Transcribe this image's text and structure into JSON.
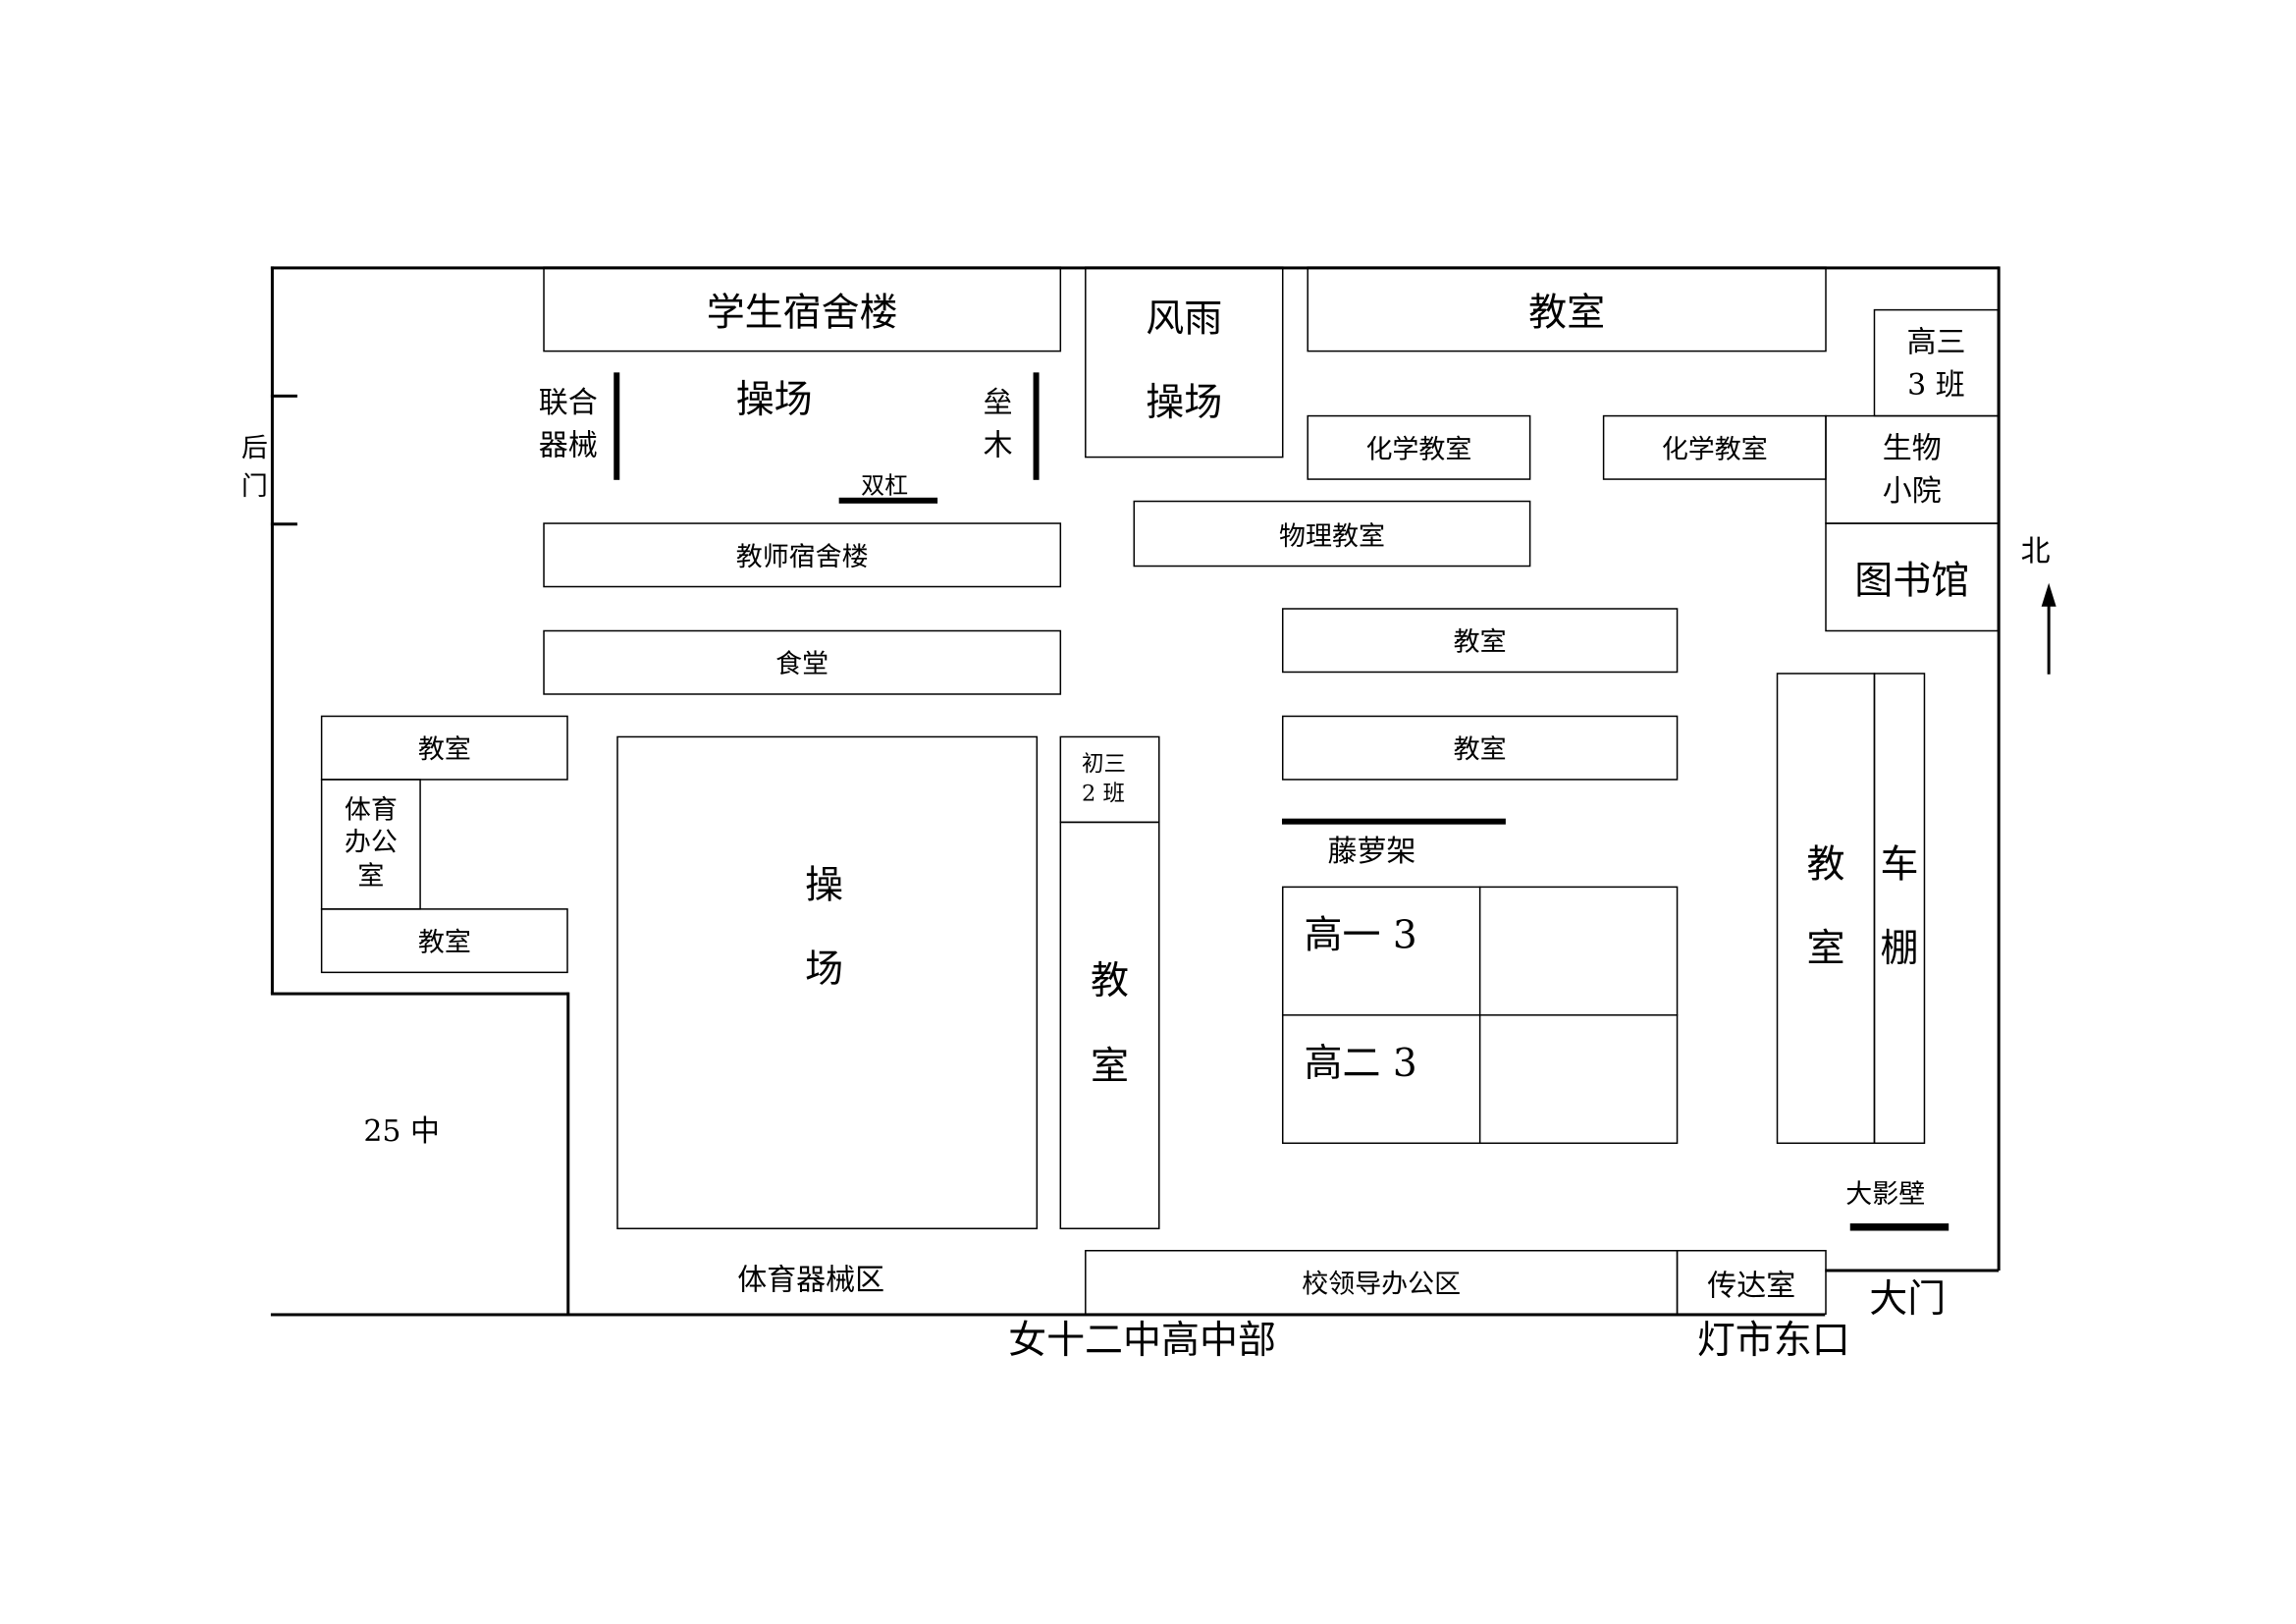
{
  "title": "女十二中高中部",
  "labels": {
    "back_gate": "后\n门",
    "student_dorm": "学生宿舍楼",
    "combined_equipment": "联合\n器械",
    "playground_top": "操场",
    "balance_beam": "垒\n木",
    "parallel_bars": "双杠",
    "teacher_dorm": "教师宿舍楼",
    "canteen": "食堂",
    "indoor_playground": "风雨\n操场",
    "classroom_top": "教室",
    "chem_room_1": "化学教室",
    "chem_room_2": "化学教室",
    "senior3_class3": "高三\n3 班",
    "bio_yard": "生物\n小院",
    "library": "图书馆",
    "north": "北",
    "physics_room": "物理教室",
    "classroom_mid1": "教室",
    "classroom_mid2": "教室",
    "wisteria": "藤萝架",
    "grade10_class3": "高一 3",
    "grade11_class3": "高二 3",
    "classroom_right": "教\n室",
    "bike_shed": "车\n棚",
    "screen_wall": "大影壁",
    "classroom_left1": "教室",
    "pe_office": "体育\n办公\n室",
    "classroom_left2": "教室",
    "playground_main": "操\n场",
    "junior3_class2": "初三\n2 班",
    "classroom_long": "教\n室",
    "school_25": "25 中",
    "pe_equipment": "体育器械区",
    "admin_office": "校领导办公区",
    "reception": "传达室",
    "main_gate": "大门",
    "dengshi_dongkou": "灯市东口"
  }
}
